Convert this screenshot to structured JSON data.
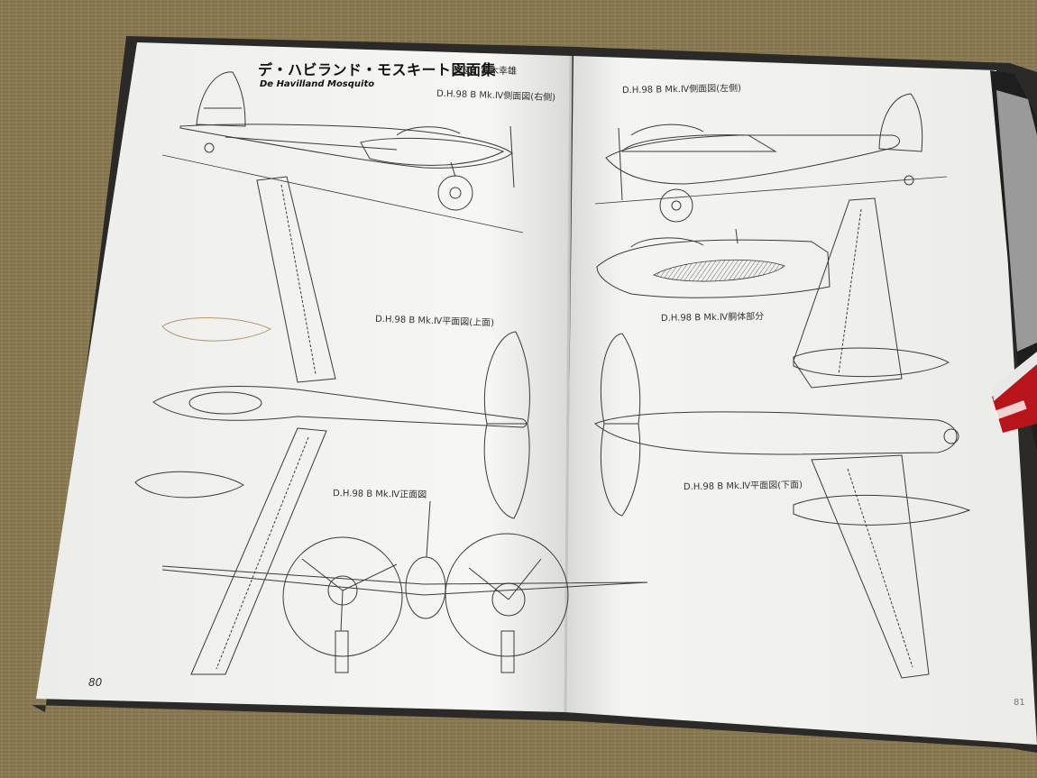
{
  "book": {
    "title": "デ・ハビランド・モスキート図面集",
    "credit": "作図：鈴木幸雄",
    "subtitle": "De Havilland Mosquito",
    "left_page_number": "80",
    "right_page_number": "81"
  },
  "captions": {
    "side_right": "D.H.98 B Mk.Ⅳ側面図(右側)",
    "plan_top": "D.H.98 B Mk.Ⅳ平面図(上面)",
    "front": "D.H.98 B Mk.Ⅳ正面図",
    "side_left": "D.H.98 B Mk.Ⅳ側面図(左側)",
    "fuselage": "D.H.98 B Mk.Ⅳ胴体部分",
    "plan_bottom": "D.H.98 B Mk.Ⅳ平面図(下面)"
  },
  "colors": {
    "mat": "#8a7a55",
    "page": "#f4f4f2",
    "ink": "#3a3a3a",
    "red_box": "#b8141c"
  }
}
